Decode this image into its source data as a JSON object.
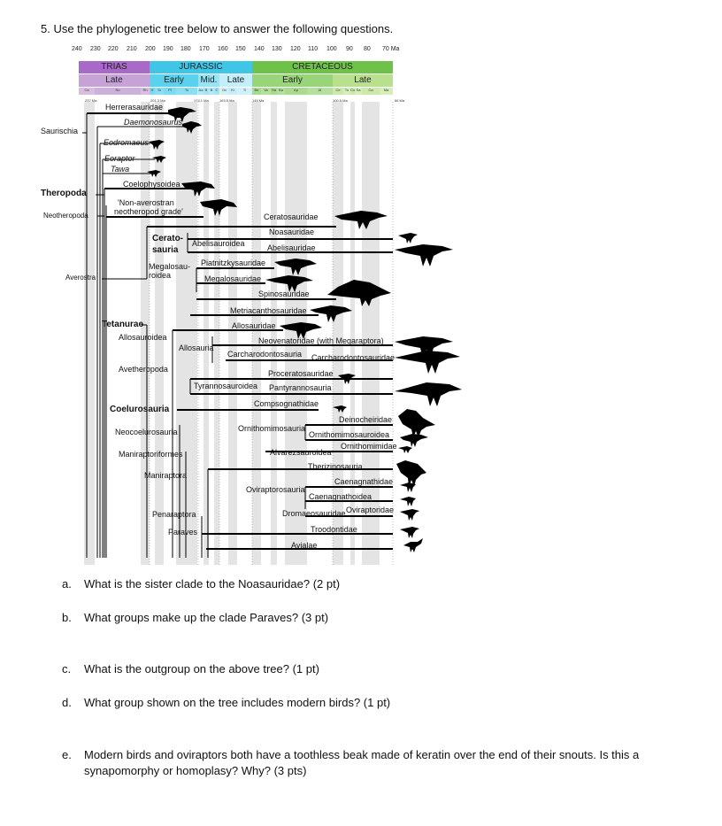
{
  "question_title": "5. Use the phylogenetic tree below to answer the following questions.",
  "timescale": {
    "ticks": [
      "240",
      "230",
      "220",
      "210",
      "200",
      "190",
      "180",
      "170",
      "160",
      "150",
      "140",
      "130",
      "120",
      "110",
      "100",
      "90",
      "80",
      "70 Ma"
    ],
    "periods": [
      {
        "name": "TRIAS",
        "color": "#a869c8"
      },
      {
        "name": "JURASSIC",
        "color": "#3fc6e6"
      },
      {
        "name": "CRETACEOUS",
        "color": "#6ec24a"
      }
    ],
    "epochs": [
      {
        "name": "Late",
        "color": "#c7a2d7"
      },
      {
        "name": "Early",
        "color": "#5ad2ee"
      },
      {
        "name": "Mid.",
        "color": "#9be3f4"
      },
      {
        "name": "Late",
        "color": "#c4eef9"
      },
      {
        "name": "Early",
        "color": "#98d57a"
      },
      {
        "name": "Late",
        "color": "#b9e08f"
      }
    ],
    "stages": [
      "Ca",
      "No",
      "Rh",
      "H",
      "Si",
      "Pl",
      "To",
      "Aa",
      "B",
      "B",
      "C",
      "Ox",
      "Ki",
      "Ti",
      "Be",
      "Va",
      "Ha",
      "Ba",
      "Ap",
      "Al",
      "Ce",
      "Tu",
      "Co",
      "Sa",
      "Ca",
      "Ma"
    ],
    "dates": [
      "237 Ma",
      "201.3 Ma",
      "174.1 Ma",
      "163.5 Ma",
      "145 Ma",
      "100.5 Ma",
      "66 Ma"
    ]
  },
  "clades": {
    "herrerasauridae": "Herrerasauridae",
    "daemonosaurus": "Daemonosaurus",
    "saurischia": "Saurischia",
    "eodromaeus": "Eodromaeus",
    "eoraptor": "Eoraptor",
    "tawa": "Tawa",
    "coelophysoidea": "Coelophysoidea",
    "theropoda": "Theropoda",
    "non_averostran_1": "'Non-averostran",
    "non_averostran_2": "neotheropod grade'",
    "neotheropoda": "Neotheropoda",
    "ceratosauridae": "Ceratosauridae",
    "noasauridae": "Noasauridae",
    "cerato_1": "Cerato-",
    "cerato_2": "sauria",
    "abelisauroidea": "Abelisauroidea",
    "abelisauridae": "Abelisauridae",
    "megalosau_1": "Megalosau-",
    "megalosau_2": "roidea",
    "piatnitzkysauridae": "Piatnitzkysauridae",
    "averostra": "Averostra",
    "megalosauridae": "Megalosauridae",
    "spinosauridae": "Spinosauridae",
    "metriacanthosauridae": "Metriacanthosauridae",
    "tetanurae": "Tetanurae",
    "allosauridae": "Allosauridae",
    "allosauroidea": "Allosauroidea",
    "neovenatoridae": "Neovenatoridae (with Megaraptora)",
    "allosauria": "Allosauria",
    "carcharodontosauria": "Carcharodontosauria",
    "carcharodontosauridae": "Carcharodontosauridae",
    "avetheropoda": "Avetheropoda",
    "proceratosauridae": "Proceratosauridae",
    "tyrannosauroidea": "Tyrannosauroidea",
    "pantyrannosauria": "Pantyrannosauria",
    "compsognathidae": "Compsognathidae",
    "coelurosauria": "Coelurosauria",
    "deinocheiridae": "Deinocheiridae",
    "ornithomimosauria": "Ornithomimosauria",
    "ornithomimosauroidea": "Ornithomimosauroidea",
    "neocoelurosauria": "Neocoelurosauria",
    "ornithomimidae": "Ornithomimidae",
    "alvarezsauroidea": "Alvarezsauroidea",
    "maniraptoriformes": "Maniraptoriformes",
    "therizinosauria": "Therizinosauria",
    "maniraptora": "Maniraptora",
    "caenagnathidae": "Caenagnathidae",
    "oviraptorosauria": "Oviraptorosauria",
    "caenagnathoidea": "Caenagnathoidea",
    "oviraptoridae": "Oviraptoridae",
    "dromaeosauridae": "Dromaeosauridae",
    "penaraptora": "Penaraptora",
    "troodontidae": "Troodontidae",
    "paraves": "Paraves",
    "avialae": "Avialae"
  },
  "questions": [
    {
      "label": "a.",
      "text": "What is the sister clade to the Noasauridae? (2 pt)"
    },
    {
      "label": "b.",
      "text": "What groups make up the clade Paraves? (3 pt)"
    },
    {
      "label": "c.",
      "text": "What is the outgroup on the above tree? (1 pt)"
    },
    {
      "label": "d.",
      "text": "What group shown on the tree includes modern birds? (1 pt)"
    },
    {
      "label": "e.",
      "text_line1": "Modern birds and oviraptors both have a toothless beak made of keratin over the end of their snouts. Is this a",
      "text_line2": "synapomorphy or homoplasy? Why? (3 pts)"
    }
  ]
}
